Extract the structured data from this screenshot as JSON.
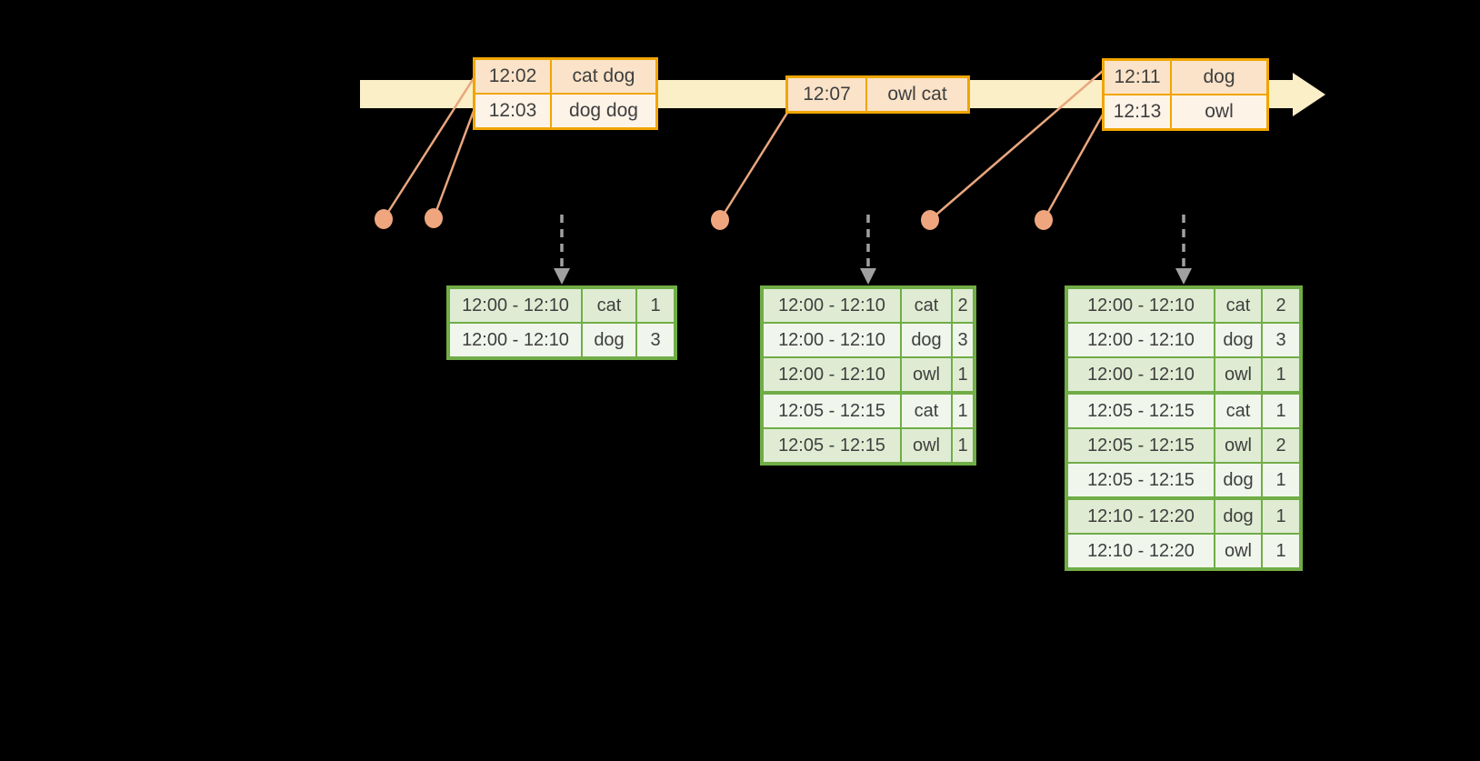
{
  "colors": {
    "background": "#000000",
    "text": "#3f3f3f",
    "timeline_fill": "#FBEFC7",
    "event_border": "#F0A500",
    "event_row_dark": "#FAE3C8",
    "event_row_light": "#FDF3E7",
    "connector": "#E9A67E",
    "dot": "#EFA67E",
    "trigger_arrow": "#A0A0A0",
    "green_border": "#70AD47",
    "green_row_dark": "#DFECD3",
    "green_row_light": "#F0F6EC"
  },
  "event_tables": [
    {
      "rows": [
        {
          "time": "12:02",
          "words": "cat dog"
        },
        {
          "time": "12:03",
          "words": "dog dog"
        }
      ]
    },
    {
      "rows": [
        {
          "time": "12:07",
          "words": "owl cat"
        }
      ]
    },
    {
      "rows": [
        {
          "time": "12:11",
          "words": "dog"
        },
        {
          "time": "12:13",
          "words": "owl"
        }
      ]
    }
  ],
  "result_tables": [
    {
      "rows": [
        {
          "window": "12:00 - 12:10",
          "word": "cat",
          "count": "1"
        },
        {
          "window": "12:00 - 12:10",
          "word": "dog",
          "count": "3"
        }
      ]
    },
    {
      "rows": [
        {
          "window": "12:00 - 12:10",
          "word": "cat",
          "count": "2"
        },
        {
          "window": "12:00 - 12:10",
          "word": "dog",
          "count": "3"
        },
        {
          "window": "12:00 - 12:10",
          "word": "owl",
          "count": "1"
        },
        {
          "window": "12:05 - 12:15",
          "word": "cat",
          "count": "1"
        },
        {
          "window": "12:05 - 12:15",
          "word": "owl",
          "count": "1"
        }
      ]
    },
    {
      "rows": [
        {
          "window": "12:00 - 12:10",
          "word": "cat",
          "count": "2"
        },
        {
          "window": "12:00 - 12:10",
          "word": "dog",
          "count": "3"
        },
        {
          "window": "12:00 - 12:10",
          "word": "owl",
          "count": "1"
        },
        {
          "window": "12:05 - 12:15",
          "word": "cat",
          "count": "1"
        },
        {
          "window": "12:05 - 12:15",
          "word": "owl",
          "count": "2"
        },
        {
          "window": "12:05 - 12:15",
          "word": "dog",
          "count": "1"
        },
        {
          "window": "12:10 - 12:20",
          "word": "dog",
          "count": "1"
        },
        {
          "window": "12:10 - 12:20",
          "word": "owl",
          "count": "1"
        }
      ]
    }
  ]
}
